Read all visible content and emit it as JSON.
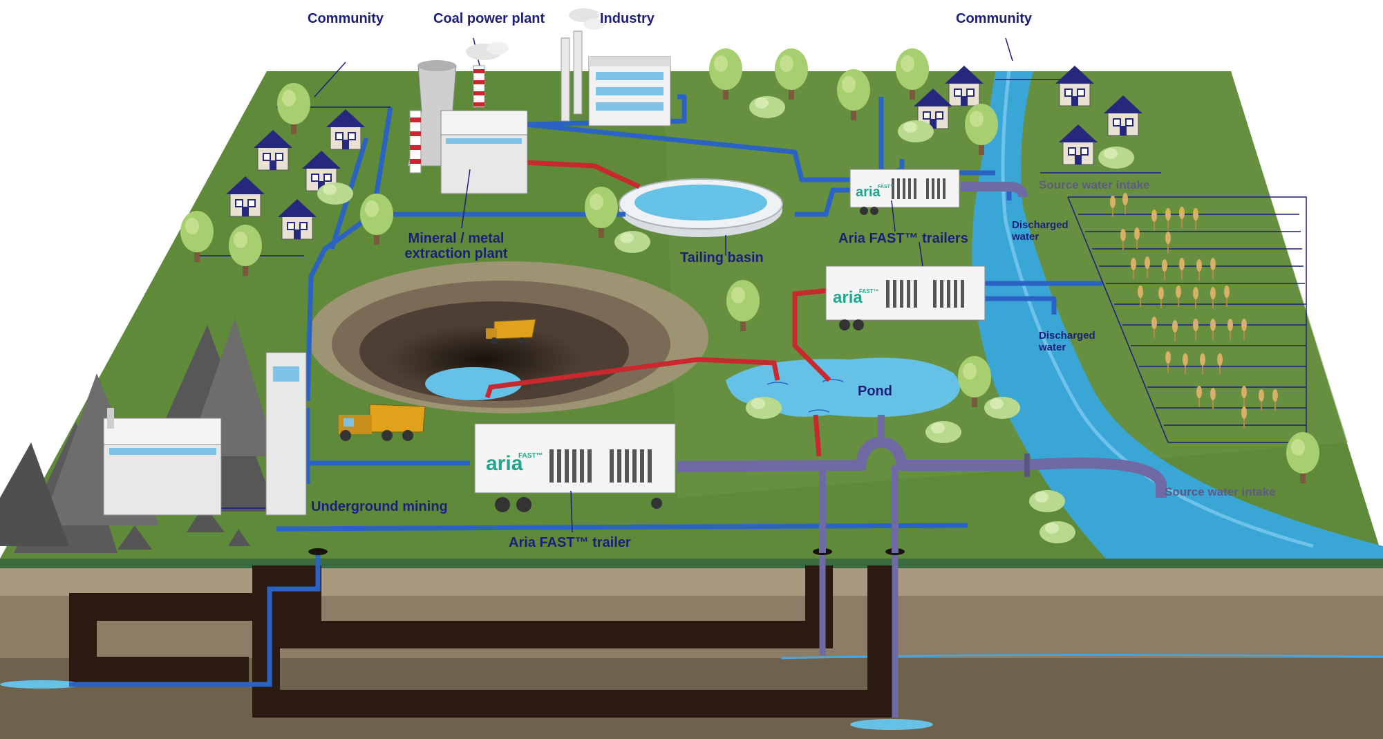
{
  "labels": {
    "community_left": "Community",
    "coal_power_plant": "Coal power plant",
    "industry": "Industry",
    "community_right": "Community",
    "source_water_intake_top": "Source water intake",
    "discharged_water_top": "Discharged water",
    "mineral_extraction_plant": "Mineral / metal extraction plant",
    "tailing_basin": "Tailing basin",
    "aria_fast_trailers": "Aria FAST™ trailers",
    "discharged_water_mid": "Discharged water",
    "pond": "Pond",
    "underground_mining": "Underground mining",
    "aria_fast_trailer": "Aria FAST™ trailer",
    "source_water_intake_bottom": "Source water intake"
  },
  "trailer_logo": {
    "brand": "aria",
    "sup": "FAST™"
  },
  "colors": {
    "label": "#1c1f7a",
    "grass": "#5f8a3a",
    "river": "#3aa6d6",
    "blue_pipe": "#2a63c4",
    "red_pipe": "#c8282e",
    "purple_pipe": "#6f6aa3",
    "soil": "#8c7d66",
    "tunnel": "#2a1a12",
    "logo": "#1fa68c"
  }
}
